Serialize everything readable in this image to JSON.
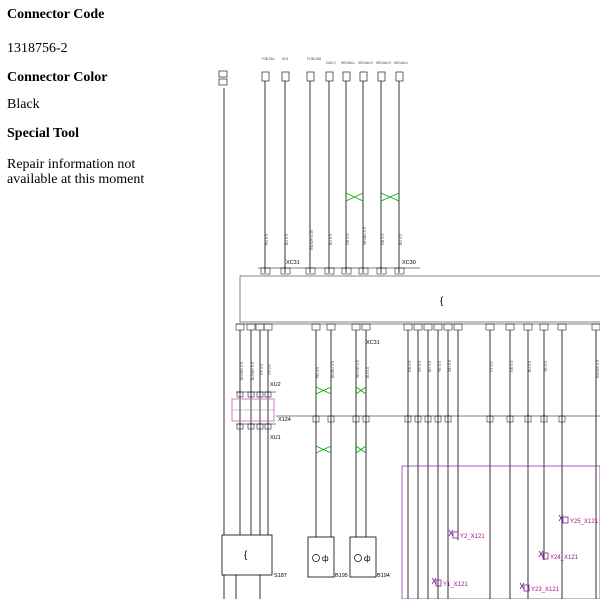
{
  "info": {
    "connector_code_label": "Connector Code",
    "connector_code_value": "1318756-2",
    "connector_color_label": "Connector Color",
    "connector_color_value": "Black",
    "special_tool_label": "Special Tool",
    "special_tool_value_line1": "Repair information not",
    "special_tool_value_line2": "available at this moment"
  },
  "diagram": {
    "connector_labels": {
      "xc31_top": "XC31",
      "xc30_top": "XC30",
      "xc31_right": "XC31",
      "xu2": "XU2",
      "x124": "X124",
      "xu1": "XU1",
      "s187": "S187",
      "b195": "B195",
      "b194": "B194"
    },
    "module_symbols": {
      "main_module": "{",
      "s187_symbol": "{"
    },
    "component_labels": {
      "y2_x121": "Y2_X121",
      "y1_x121": "Y1_X121",
      "y25_x121": "Y25_X121",
      "y24_x121": "Y24_X121",
      "y23_x121": "Y23_X121"
    },
    "fuse_labels": [
      "F3B 15A",
      "SLS",
      "F13B 15A",
      "CAN C",
      "HEDAM-L",
      "HEDAM-H",
      "HEDAM-H",
      "HEDAM-L"
    ],
    "colors": {
      "wire": "#000000",
      "module_border": "#555555",
      "purple": "#7b1fa2",
      "green": "#00b000",
      "pink": "#d070c0"
    }
  }
}
